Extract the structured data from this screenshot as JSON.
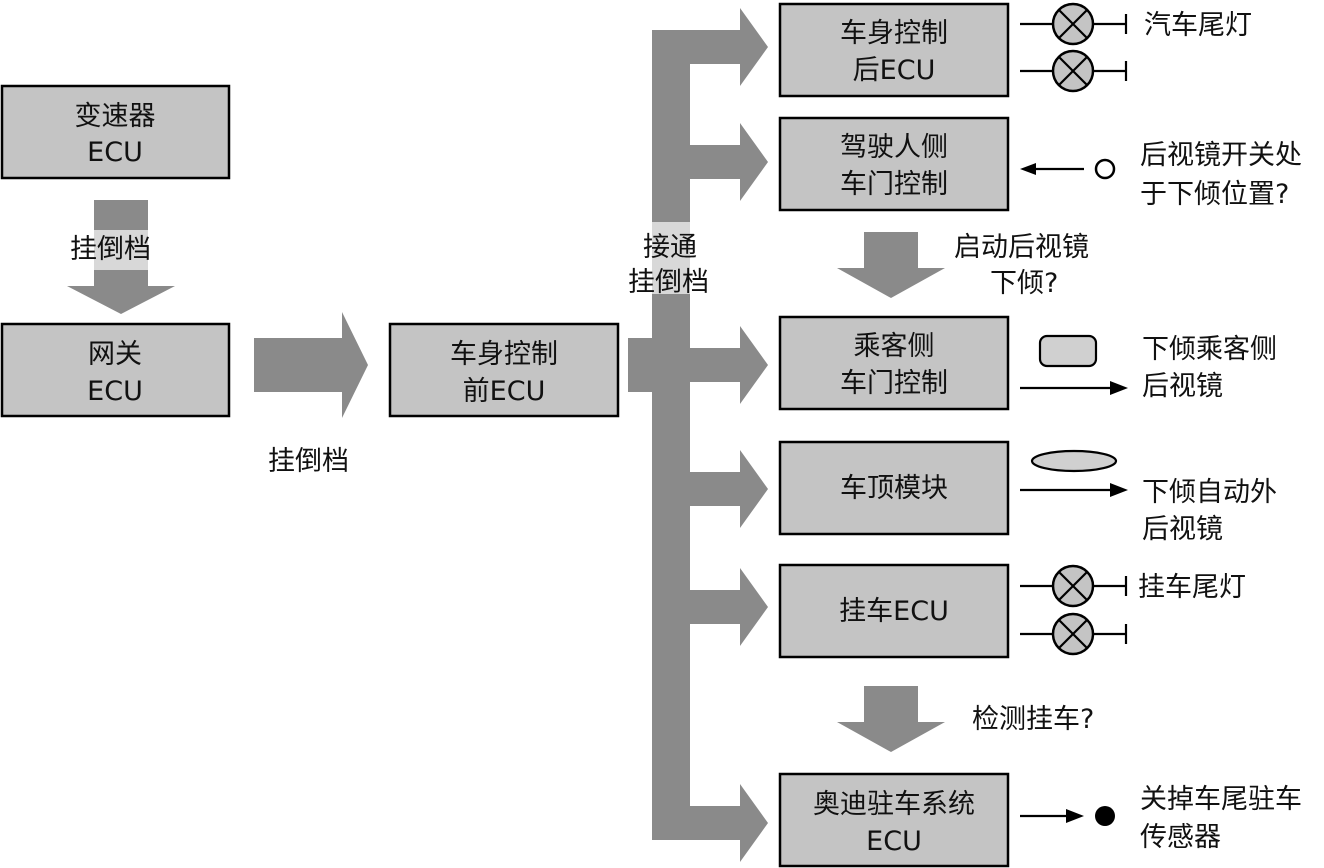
{
  "boxes": {
    "transmission": [
      "变速器",
      "ECU"
    ],
    "gateway": [
      "网关",
      "ECU"
    ],
    "bcm_front": [
      "车身控制",
      "前ECU"
    ],
    "bcm_rear": [
      "车身控制",
      "后ECU"
    ],
    "driver_door": [
      "驾驶人侧",
      "车门控制"
    ],
    "passenger_door": [
      "乘客侧",
      "车门控制"
    ],
    "roof": [
      "车顶模块"
    ],
    "trailer": [
      "挂车ECU"
    ],
    "parking": [
      "奥迪驻车系统",
      "ECU"
    ]
  },
  "labels": {
    "reverse_gear_top": "挂倒档",
    "reverse_gear_mid": "挂倒档",
    "bus_label": [
      "接通",
      "挂倒档"
    ],
    "mirror_query": [
      "启动后视镜",
      "下倾?"
    ],
    "trailer_query": "检测挂车?",
    "tail_lights": "汽车尾灯",
    "mirror_switch": [
      "后视镜开关处",
      "于下倾位置?"
    ],
    "tilt_passenger_mirror": [
      "下倾乘客侧",
      "后视镜"
    ],
    "tilt_auto_mirror": [
      "下倾自动外",
      "后视镜"
    ],
    "trailer_lights": "挂车尾灯",
    "turn_off_sensor": [
      "关掉车尾驻车",
      "传感器"
    ]
  }
}
